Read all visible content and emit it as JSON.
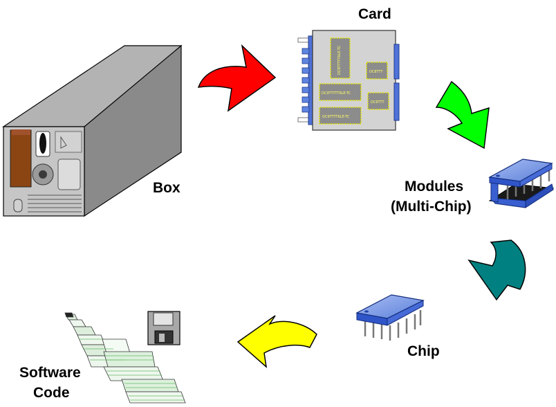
{
  "labels": {
    "card": "Card",
    "box": "Box",
    "modules_line1": "Modules",
    "modules_line2": "(Multi-Chip)",
    "chip": "Chip",
    "software_line1": "Software",
    "software_line2": "Code"
  },
  "card_chips": [
    "DC9TTTTT6LE-TC",
    "DC8TTT",
    "DC9TTTTT6LE-TC",
    "DC6TTT",
    "DC9TTTT6LE-TC"
  ],
  "arrows": [
    {
      "name": "red",
      "color": "#ff0000"
    },
    {
      "name": "green",
      "color": "#00ff00"
    },
    {
      "name": "teal",
      "color": "#008080"
    },
    {
      "name": "yellow",
      "color": "#ffff00"
    }
  ],
  "colors": {
    "box_front": "#c8c8c8",
    "box_top": "#b0b0b0",
    "box_side": "#8c8c8c",
    "card_board": "#d4d4d4",
    "chip_body": "#6f8fe0",
    "connector_blue": "#4f72d8"
  },
  "icons": [
    "computer-box-icon",
    "circuit-card-icon",
    "multi-chip-module-icon",
    "chip-icon",
    "floppy-disk-icon",
    "code-listing-icon"
  ]
}
